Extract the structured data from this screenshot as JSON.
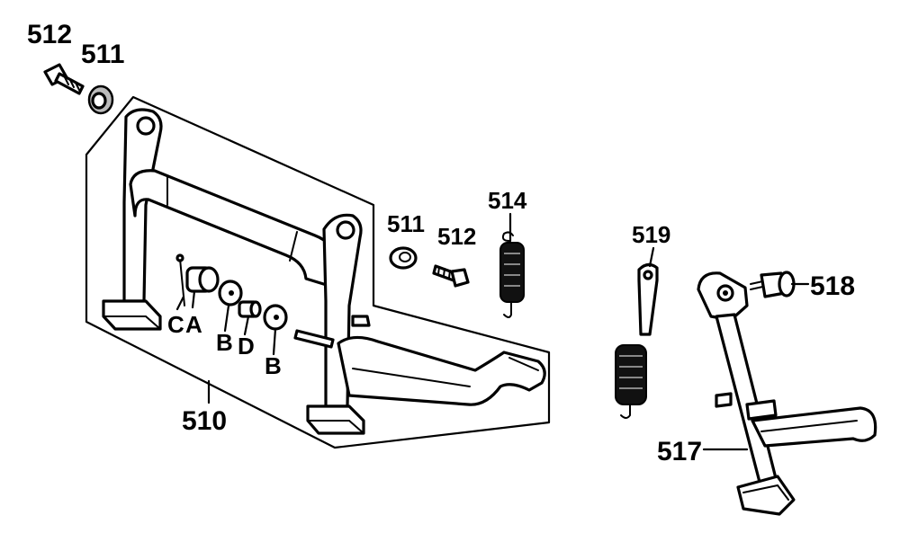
{
  "labels": {
    "p512a": "512",
    "p511a": "511",
    "p511b": "511",
    "p512b": "512",
    "p514": "514",
    "p519": "519",
    "p518": "518",
    "p517": "517",
    "p510": "510",
    "pA": "A",
    "pB1": "B",
    "pB2": "B",
    "pC": "C",
    "pD": "D"
  }
}
